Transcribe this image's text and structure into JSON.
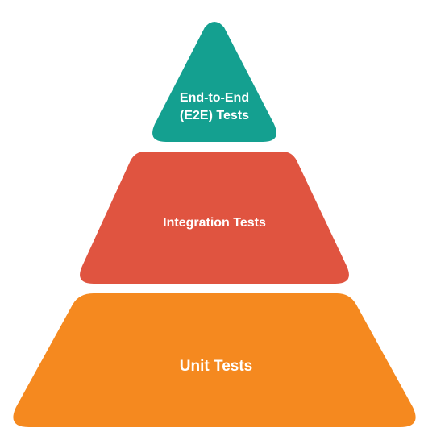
{
  "diagram": {
    "tiers": [
      {
        "id": "e2e",
        "lines": [
          "End-to-End",
          "(E2E) Tests"
        ],
        "color": "#14a090"
      },
      {
        "id": "integration",
        "lines": [
          "Integration Tests"
        ],
        "color": "#e05440"
      },
      {
        "id": "unit",
        "lines": [
          "Unit Tests"
        ],
        "color": "#f5891f"
      }
    ]
  }
}
